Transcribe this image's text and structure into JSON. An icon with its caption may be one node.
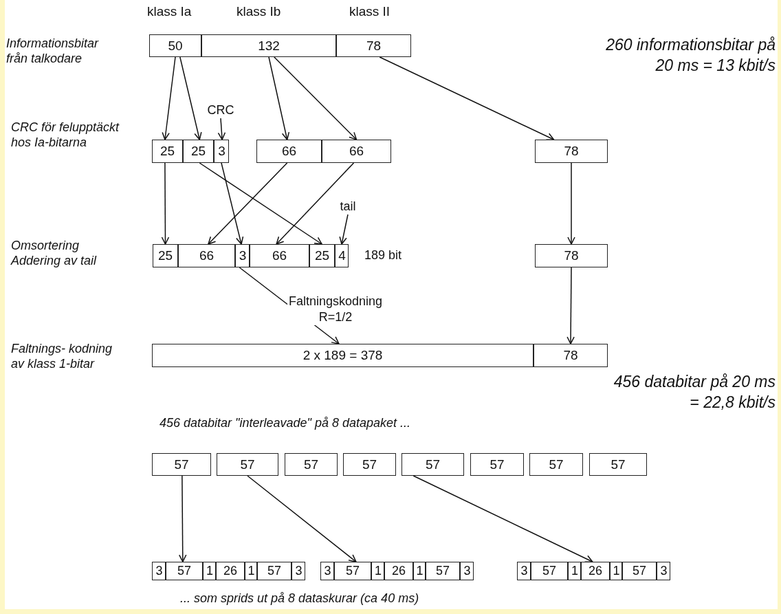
{
  "diagram": {
    "nodes": [
      {
        "text": [
          "50"
        ]
      },
      {
        "text": [
          "132"
        ]
      },
      {
        "text": [
          "78"
        ]
      },
      {
        "text": [
          "CRC"
        ]
      },
      {
        "text": [
          "25"
        ]
      },
      {
        "text": [
          "25"
        ]
      },
      {
        "text": [
          "3"
        ]
      },
      {
        "text": [
          "66"
        ]
      },
      {
        "text": [
          "66"
        ]
      },
      {
        "text": [
          "78"
        ]
      },
      {
        "text": [
          "tail"
        ]
      },
      {
        "text": [
          "25"
        ]
      },
      {
        "text": [
          "66"
        ]
      },
      {
        "text": [
          "3"
        ]
      },
      {
        "text": [
          "66"
        ]
      },
      {
        "text": [
          "25"
        ]
      },
      {
        "text": [
          "4"
        ]
      },
      {
        "text": [
          "78"
        ]
      },
      {
        "text": [
          "2 x 189 = 378"
        ]
      },
      {
        "text": [
          "78"
        ]
      },
      {
        "text": [
          "57"
        ]
      },
      {
        "text": [
          "57"
        ]
      },
      {
        "text": [
          "57"
        ]
      },
      {
        "text": [
          "57"
        ]
      },
      {
        "text": [
          "57"
        ]
      },
      {
        "text": [
          "57"
        ]
      },
      {
        "text": [
          "57"
        ]
      },
      {
        "text": [
          "57"
        ]
      },
      {
        "text": [
          "3"
        ]
      },
      {
        "text": [
          "57"
        ]
      },
      {
        "text": [
          "1"
        ]
      },
      {
        "text": [
          "26"
        ]
      },
      {
        "text": [
          "1"
        ]
      },
      {
        "text": [
          "57"
        ]
      },
      {
        "text": [
          "3"
        ]
      },
      {
        "text": [
          "3"
        ]
      },
      {
        "text": [
          "57"
        ]
      },
      {
        "text": [
          "1"
        ]
      },
      {
        "text": [
          "26"
        ]
      },
      {
        "text": [
          "1"
        ]
      },
      {
        "text": [
          "57"
        ]
      },
      {
        "text": [
          "3"
        ]
      },
      {
        "text": [
          "3"
        ]
      },
      {
        "text": [
          "57"
        ]
      },
      {
        "text": [
          "1"
        ]
      },
      {
        "text": [
          "26"
        ]
      },
      {
        "text": [
          "1"
        ]
      },
      {
        "text": [
          "57"
        ]
      },
      {
        "text": [
          "3"
        ]
      }
    ],
    "edges": [
      {
        "from": 0,
        "to": 4,
        "arrow": "to"
      },
      {
        "from": 0,
        "to": 5,
        "arrow": "to"
      },
      {
        "from": 3,
        "to": 6,
        "arrow": "to"
      },
      {
        "from": 1,
        "to": 7,
        "arrow": "to"
      },
      {
        "from": 1,
        "to": 8,
        "arrow": "to"
      },
      {
        "from": 2,
        "to": 9,
        "arrow": "to"
      },
      {
        "from": 4,
        "to": 11,
        "arrow": "to"
      },
      {
        "from": 5,
        "to": 15,
        "arrow": "to"
      },
      {
        "from": 6,
        "to": 13,
        "arrow": "to"
      },
      {
        "from": 7,
        "to": 12,
        "arrow": "to"
      },
      {
        "from": 8,
        "to": 14,
        "arrow": "to"
      },
      {
        "from": 10,
        "to": 16,
        "arrow": "to"
      },
      {
        "from": 9,
        "to": 17,
        "arrow": "to"
      },
      {
        "from": 13,
        "to": 18,
        "arrow": "to",
        "label": "Faltningskodning R=1/2"
      },
      {
        "from": 17,
        "to": 19,
        "arrow": "to"
      },
      {
        "from": 20,
        "to": 29,
        "arrow": "to"
      },
      {
        "from": 21,
        "to": 36,
        "arrow": "to"
      },
      {
        "from": 24,
        "to": 45,
        "arrow": "to"
      }
    ],
    "labels": [
      "klass Ia",
      "klass Ib",
      "klass II",
      "Informationsbitar från talkodare",
      "260 informationsbitar på 20 ms = 13 kbit/s",
      "CRC för felupptäckt hos Ia-bitarna",
      "Omsortering Addering av tail",
      "189 bit",
      "Faltnings- kodning av klass 1-bitar",
      "456 databitar på 20 ms = 22,8 kbit/s",
      "456 databitar \"interleavade\" på 8 datapaket ...",
      "... som sprids ut på 8 dataskurar (ca 40 ms)"
    ]
  }
}
